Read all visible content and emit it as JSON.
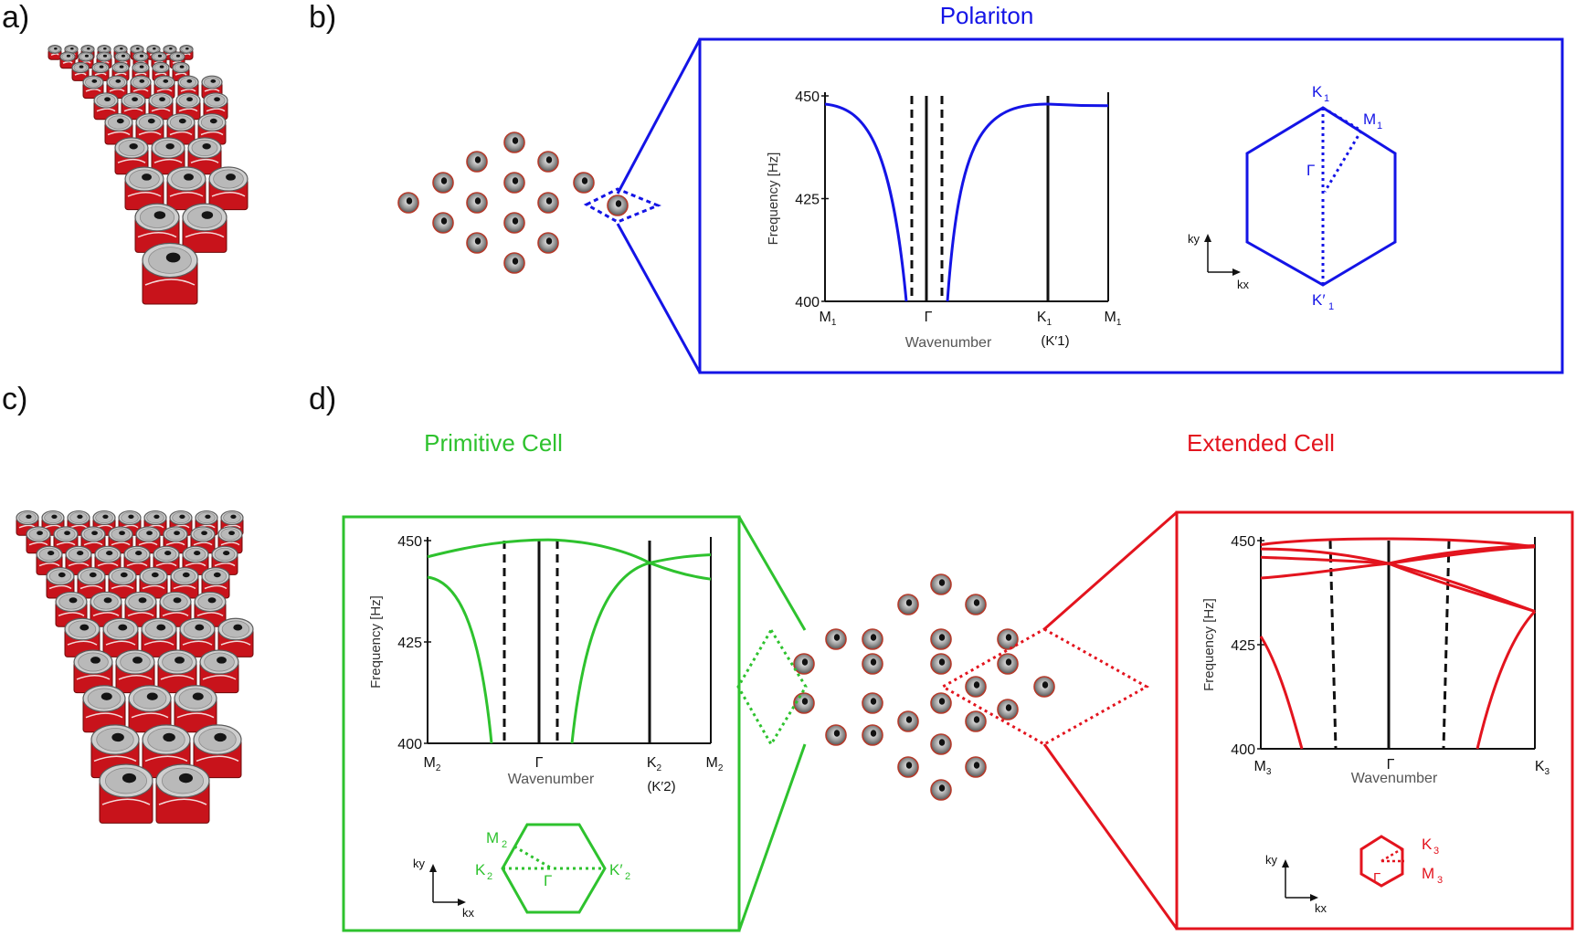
{
  "panels": {
    "a": "a)",
    "b": "b)",
    "c": "c)",
    "d": "d)"
  },
  "titles": {
    "polariton": "Polariton",
    "primitive": "Primitive Cell",
    "extended": "Extended Cell"
  },
  "colors": {
    "blue": "#1414e6",
    "green": "#2ec22e",
    "red": "#e3141e",
    "can_red": "#c8131b"
  },
  "chart_data": [
    {
      "type": "line",
      "id": "polariton",
      "ylabel": "Frequency [Hz]",
      "xlabel": "Wavenumber",
      "ylim": [
        400,
        450
      ],
      "yticks": [
        "450",
        "425",
        "400"
      ],
      "xticks": [
        {
          "label": "M",
          "sub": "1"
        },
        {
          "label": "Γ",
          "sub": ""
        },
        {
          "label": "K",
          "sub": "1",
          "extra": "(K′1)"
        },
        {
          "label": "M",
          "sub": "1"
        }
      ],
      "series": [
        {
          "values_left": [
            [
              0,
              448
            ],
            [
              0.5,
              446
            ],
            [
              1.0,
              435
            ],
            [
              1.4,
              415
            ],
            [
              1.65,
              400
            ]
          ]
        },
        {
          "values_right": [
            [
              2.35,
              400
            ],
            [
              2.6,
              415
            ],
            [
              3.0,
              435
            ],
            [
              3.6,
              446.5
            ],
            [
              4.5,
              447.8
            ],
            [
              6.0,
              447.5
            ]
          ]
        }
      ]
    },
    {
      "type": "line",
      "id": "primitive",
      "ylabel": "Frequency [Hz]",
      "xlabel": "Wavenumber",
      "ylim": [
        400,
        450
      ],
      "yticks": [
        "450",
        "425",
        "400"
      ],
      "xticks": [
        {
          "label": "M",
          "sub": "2"
        },
        {
          "label": "Γ",
          "sub": ""
        },
        {
          "label": "K",
          "sub": "2",
          "extra": "(K′2)"
        },
        {
          "label": "M",
          "sub": "2"
        }
      ]
    },
    {
      "type": "line",
      "id": "extended",
      "ylabel": "Frequency [Hz]",
      "xlabel": "Wavenumber",
      "ylim": [
        400,
        450
      ],
      "yticks": [
        "450",
        "425",
        "400"
      ],
      "xticks": [
        {
          "label": "M",
          "sub": "3"
        },
        {
          "label": "Γ",
          "sub": ""
        },
        {
          "label": "K",
          "sub": "3"
        }
      ]
    }
  ],
  "bz": {
    "polariton": {
      "k": "K",
      "k_sub": "1",
      "m": "M",
      "m_sub": "1",
      "g": "Γ",
      "kp": "K′",
      "kp_sub": "1"
    },
    "primitive": {
      "m": "M",
      "m_sub": "2",
      "k": "K",
      "k_sub": "2",
      "g": "Γ",
      "kp": "K′",
      "kp_sub": "2"
    },
    "extended": {
      "k": "K",
      "k_sub": "3",
      "m": "M",
      "m_sub": "3",
      "g": "Γ"
    }
  },
  "axes_labels": {
    "kx": "kx",
    "ky": "ky"
  }
}
